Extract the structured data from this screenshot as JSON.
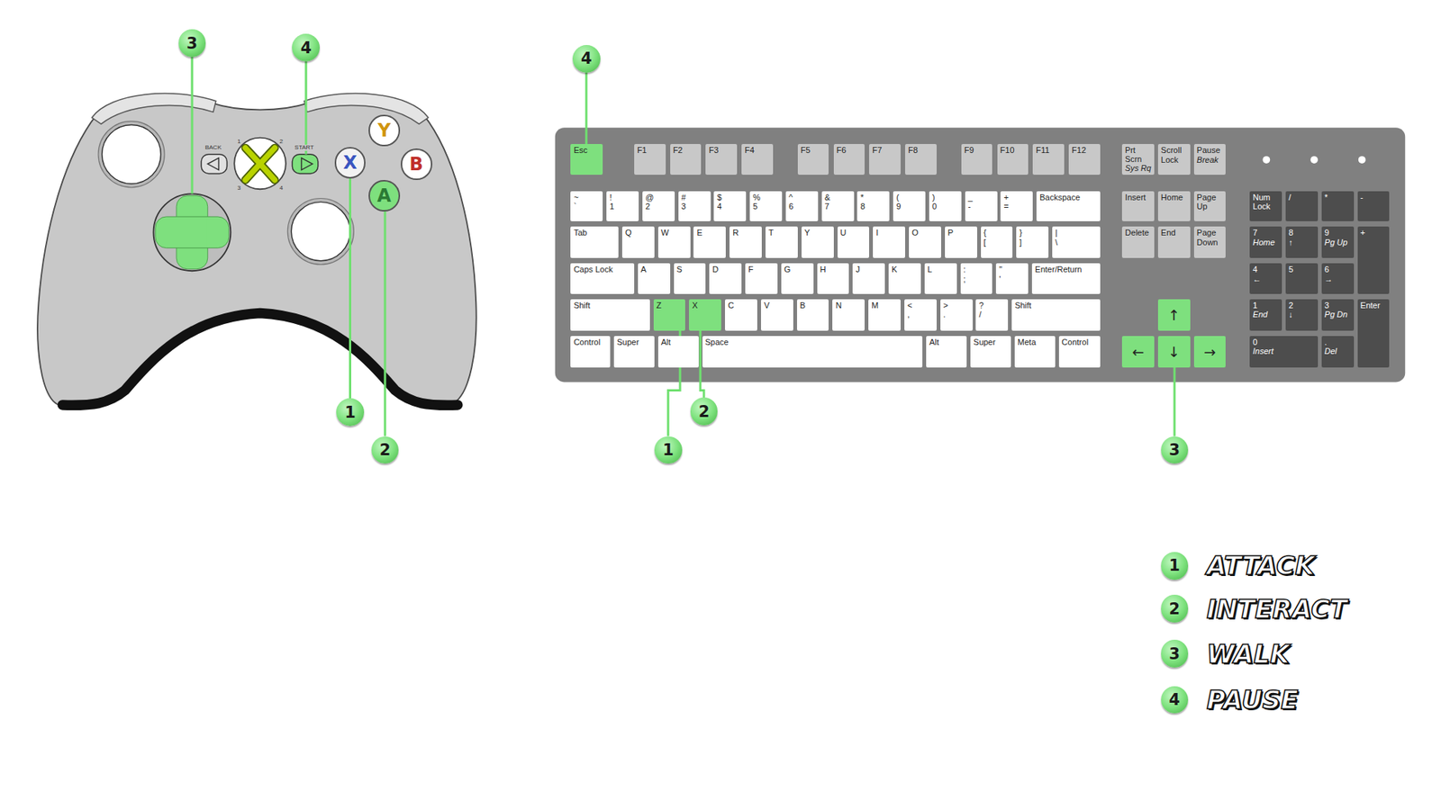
{
  "diagram": {
    "nodes": [
      {
        "text": [
          "3"
        ]
      },
      {
        "text": [
          "4"
        ]
      },
      {
        "text": [
          "Y"
        ]
      },
      {
        "text": [
          "X"
        ]
      },
      {
        "text": [
          "B"
        ]
      },
      {
        "text": [
          "A"
        ]
      },
      {
        "text": [
          "1"
        ]
      },
      {
        "text": [
          "2"
        ]
      },
      {
        "text": [
          "4"
        ]
      },
      {
        "text": [
          "Esc"
        ]
      },
      {
        "text": [
          "F1"
        ]
      },
      {
        "text": [
          "F2"
        ]
      },
      {
        "text": [
          "F3"
        ]
      },
      {
        "text": [
          "F4"
        ]
      },
      {
        "text": [
          "F5"
        ]
      },
      {
        "text": [
          "F6"
        ]
      },
      {
        "text": [
          "F7"
        ]
      },
      {
        "text": [
          "F8"
        ]
      },
      {
        "text": [
          "F9"
        ]
      },
      {
        "text": [
          "F10"
        ]
      },
      {
        "text": [
          "F11"
        ]
      },
      {
        "text": [
          "F12"
        ]
      },
      {
        "text": [
          "Prt Scrn",
          "Sys Rq"
        ]
      },
      {
        "text": [
          "Scroll Lock"
        ]
      },
      {
        "text": [
          "Pause",
          "Break"
        ]
      },
      {
        "text": [
          "~",
          "`"
        ]
      },
      {
        "text": [
          "!",
          "1"
        ]
      },
      {
        "text": [
          "@",
          "2"
        ]
      },
      {
        "text": [
          "#",
          "3"
        ]
      },
      {
        "text": [
          "$",
          "4"
        ]
      },
      {
        "text": [
          "%",
          "5"
        ]
      },
      {
        "text": [
          "^",
          "6"
        ]
      },
      {
        "text": [
          "&",
          "7"
        ]
      },
      {
        "text": [
          "*",
          "8"
        ]
      },
      {
        "text": [
          "(",
          "9"
        ]
      },
      {
        "text": [
          ")",
          "0"
        ]
      },
      {
        "text": [
          "_",
          "-"
        ]
      },
      {
        "text": [
          "+",
          "="
        ]
      },
      {
        "text": [
          "Backspace"
        ]
      },
      {
        "text": [
          "Insert"
        ]
      },
      {
        "text": [
          "Home"
        ]
      },
      {
        "text": [
          "Page Up"
        ]
      },
      {
        "text": [
          "Num Lock"
        ]
      },
      {
        "text": [
          "/"
        ]
      },
      {
        "text": [
          "*"
        ]
      },
      {
        "text": [
          "-"
        ]
      },
      {
        "text": [
          "Tab"
        ]
      },
      {
        "text": [
          "Q"
        ]
      },
      {
        "text": [
          "W"
        ]
      },
      {
        "text": [
          "E"
        ]
      },
      {
        "text": [
          "R"
        ]
      },
      {
        "text": [
          "T"
        ]
      },
      {
        "text": [
          "Y"
        ]
      },
      {
        "text": [
          "U"
        ]
      },
      {
        "text": [
          "I"
        ]
      },
      {
        "text": [
          "O"
        ]
      },
      {
        "text": [
          "P"
        ]
      },
      {
        "text": [
          "{",
          "["
        ]
      },
      {
        "text": [
          "}",
          "]"
        ]
      },
      {
        "text": [
          "|",
          "\\"
        ]
      },
      {
        "text": [
          "Delete"
        ]
      },
      {
        "text": [
          "End"
        ]
      },
      {
        "text": [
          "Page Down"
        ]
      },
      {
        "text": [
          "7",
          "Home"
        ]
      },
      {
        "text": [
          "8",
          "↑"
        ]
      },
      {
        "text": [
          "9",
          "Pg Up"
        ]
      },
      {
        "text": [
          "+"
        ]
      },
      {
        "text": [
          "Caps Lock"
        ]
      },
      {
        "text": [
          "A"
        ]
      },
      {
        "text": [
          "S"
        ]
      },
      {
        "text": [
          "D"
        ]
      },
      {
        "text": [
          "F"
        ]
      },
      {
        "text": [
          "G"
        ]
      },
      {
        "text": [
          "H"
        ]
      },
      {
        "text": [
          "J"
        ]
      },
      {
        "text": [
          "K"
        ]
      },
      {
        "text": [
          "L"
        ]
      },
      {
        "text": [
          ":",
          ";"
        ]
      },
      {
        "text": [
          "\"",
          "'"
        ]
      },
      {
        "text": [
          "Enter/Return"
        ]
      },
      {
        "text": [
          "4",
          "←"
        ]
      },
      {
        "text": [
          "5"
        ]
      },
      {
        "text": [
          "6",
          "→"
        ]
      },
      {
        "text": [
          "Shift"
        ]
      },
      {
        "text": [
          "Z"
        ]
      },
      {
        "text": [
          "X"
        ]
      },
      {
        "text": [
          "C"
        ]
      },
      {
        "text": [
          "V"
        ]
      },
      {
        "text": [
          "B"
        ]
      },
      {
        "text": [
          "N"
        ]
      },
      {
        "text": [
          "M"
        ]
      },
      {
        "text": [
          "<",
          ","
        ]
      },
      {
        "text": [
          ">",
          "."
        ]
      },
      {
        "text": [
          "?",
          "/"
        ]
      },
      {
        "text": [
          "Shift"
        ]
      },
      {
        "text": [
          "↑"
        ]
      },
      {
        "text": [
          "1",
          "End"
        ]
      },
      {
        "text": [
          "2",
          "↓"
        ]
      },
      {
        "text": [
          "3",
          "Pg Dn"
        ]
      },
      {
        "text": [
          "Enter"
        ]
      },
      {
        "text": [
          "Control"
        ]
      },
      {
        "text": [
          "Super"
        ]
      },
      {
        "text": [
          "Alt"
        ]
      },
      {
        "text": [
          "Space"
        ]
      },
      {
        "text": [
          "Alt"
        ]
      },
      {
        "text": [
          "Super"
        ]
      },
      {
        "text": [
          "Meta"
        ]
      },
      {
        "text": [
          "Control"
        ]
      },
      {
        "text": [
          "←"
        ]
      },
      {
        "text": [
          "↓"
        ]
      },
      {
        "text": [
          "→"
        ]
      },
      {
        "text": [
          "0",
          "Insert"
        ]
      },
      {
        "text": [
          ".",
          "Del"
        ]
      },
      {
        "text": [
          "1"
        ]
      },
      {
        "text": [
          "2"
        ]
      },
      {
        "text": [
          "3"
        ]
      },
      {
        "text": [
          "1"
        ]
      },
      {
        "text": [
          "2"
        ]
      },
      {
        "text": [
          "3"
        ]
      },
      {
        "text": [
          "4"
        ]
      }
    ],
    "edges": [
      {
        "from": 6,
        "to": 3,
        "arrow": "none"
      },
      {
        "from": 7,
        "to": 5,
        "arrow": "none"
      },
      {
        "from": 8,
        "to": 9,
        "arrow": "none"
      },
      {
        "from": 113,
        "to": 84,
        "arrow": "none"
      },
      {
        "from": 114,
        "to": 85,
        "arrow": "none"
      },
      {
        "from": 115,
        "to": 109,
        "arrow": "none"
      }
    ],
    "labels": [
      "BACK",
      "START",
      "1",
      "2",
      "3",
      "4"
    ],
    "legend": [
      {
        "text": "ATTACK"
      },
      {
        "text": "INTERACT"
      },
      {
        "text": "WALK"
      },
      {
        "text": "PAUSE"
      }
    ]
  }
}
